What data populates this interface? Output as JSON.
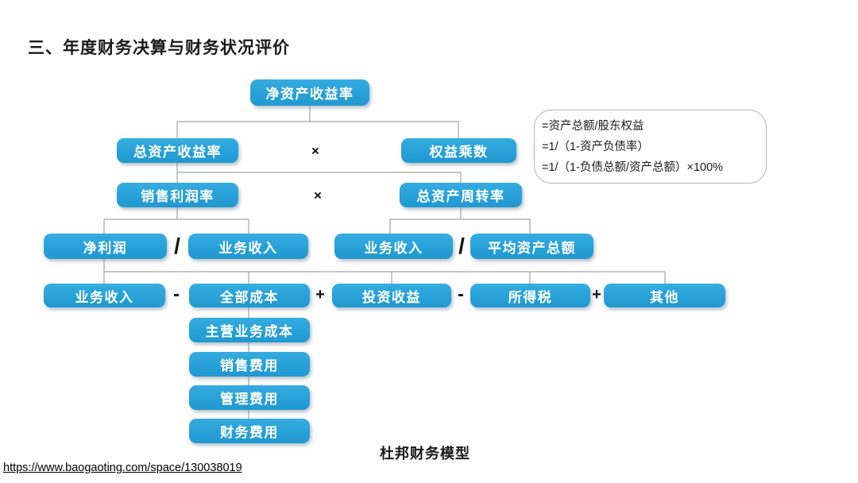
{
  "page_title": "三、年度财务决算与财务状况评价",
  "diagram": {
    "nodes": {
      "return_on_equity": "净资产收益率",
      "return_on_total_assets": "总资产收益率",
      "equity_multiplier": "权益乘数",
      "sales_profit_margin": "销售利润率",
      "total_asset_turnover": "总资产周转率",
      "net_profit": "净利润",
      "revenue_left": "业务收入",
      "revenue_right": "业务收入",
      "average_total_assets": "平均资产总额",
      "revenue_bottom": "业务收入",
      "total_cost": "全部成本",
      "investment_income": "投资收益",
      "income_tax": "所得税",
      "other": "其他",
      "main_business_cost": "主营业务成本",
      "selling_expense": "销售费用",
      "admin_expense": "管理费用",
      "finance_expense": "财务费用"
    },
    "operators": {
      "multiply_row2": "×",
      "multiply_row3": "×",
      "divide_left": "/",
      "divide_right": "/",
      "minus_1": "-",
      "plus_1": "+",
      "minus_2": "-",
      "plus_2": "+"
    },
    "equity_multiplier_note": {
      "lines": [
        "=资产总额/股东权益",
        "=1/（1-资产负债率）",
        "=1/（1-负债总额/资产总额）×100%"
      ]
    },
    "caption": "杜邦财务模型"
  },
  "footer": {
    "source_url": "https://www.baogaoting.com/space/130038019"
  },
  "colors": {
    "node_fill": "#2BA7DD",
    "node_text": "#FFFFFF",
    "connector": "#A3A3A3",
    "note_border": "#B3B3B3"
  }
}
